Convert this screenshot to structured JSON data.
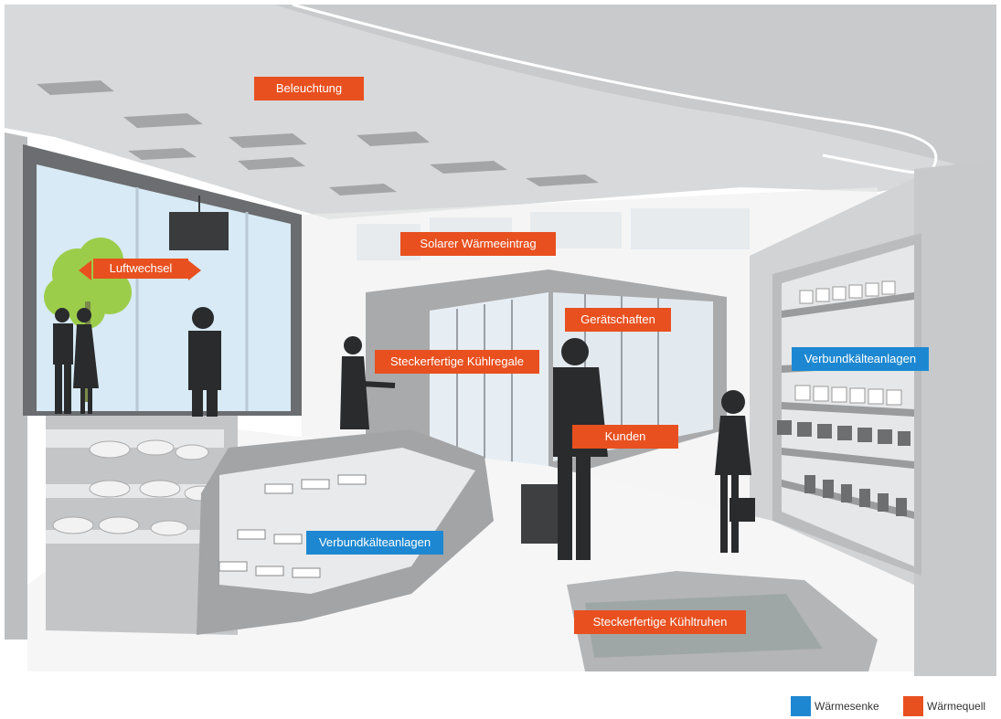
{
  "labels": {
    "beleuchtung": "Beleuchtung",
    "solar": "Solarer Wärmeeintrag",
    "luftwechsel": "Luftwechsel",
    "geraetschaften": "Gerätschaften",
    "kuehlregale": "Steckerfertige Kühlregale",
    "kunden": "Kunden",
    "verbund_left": "Verbundkälteanlagen",
    "verbund_right": "Verbundkälteanlagen",
    "kuehltruhen": "Steckerfertige Kühltruhen"
  },
  "legend": {
    "sink_label": "Wärmesenke",
    "source_label": "Wärmequell",
    "sink_color": "#1d88d1",
    "source_color": "#e8501f"
  },
  "icons": {
    "luftwechsel_arrows": "double-arrow-left-right-icon"
  }
}
